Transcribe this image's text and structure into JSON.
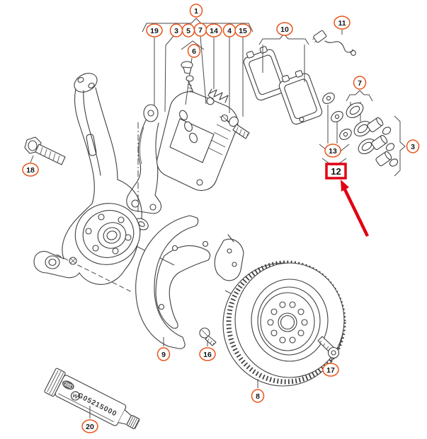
{
  "diagram": {
    "background_color": "#ffffff",
    "line_color": "#3f3f3f",
    "callout_color": "#e8551c",
    "highlight_color": "#e10014",
    "callouts": {
      "n1": "1",
      "n19": "19",
      "n3a": "3",
      "n5": "5",
      "n7a": "7",
      "n14": "14",
      "n4": "4",
      "n15": "15",
      "n6": "6",
      "n10": "10",
      "n11": "11",
      "n7b": "7",
      "n3b": "3",
      "n13": "13",
      "n18": "18",
      "n9": "9",
      "n16": "16",
      "n8": "8",
      "n17": "17",
      "n20": "20"
    },
    "highlight": {
      "label": "12"
    },
    "tube": {
      "part_number": "G05215000"
    }
  }
}
